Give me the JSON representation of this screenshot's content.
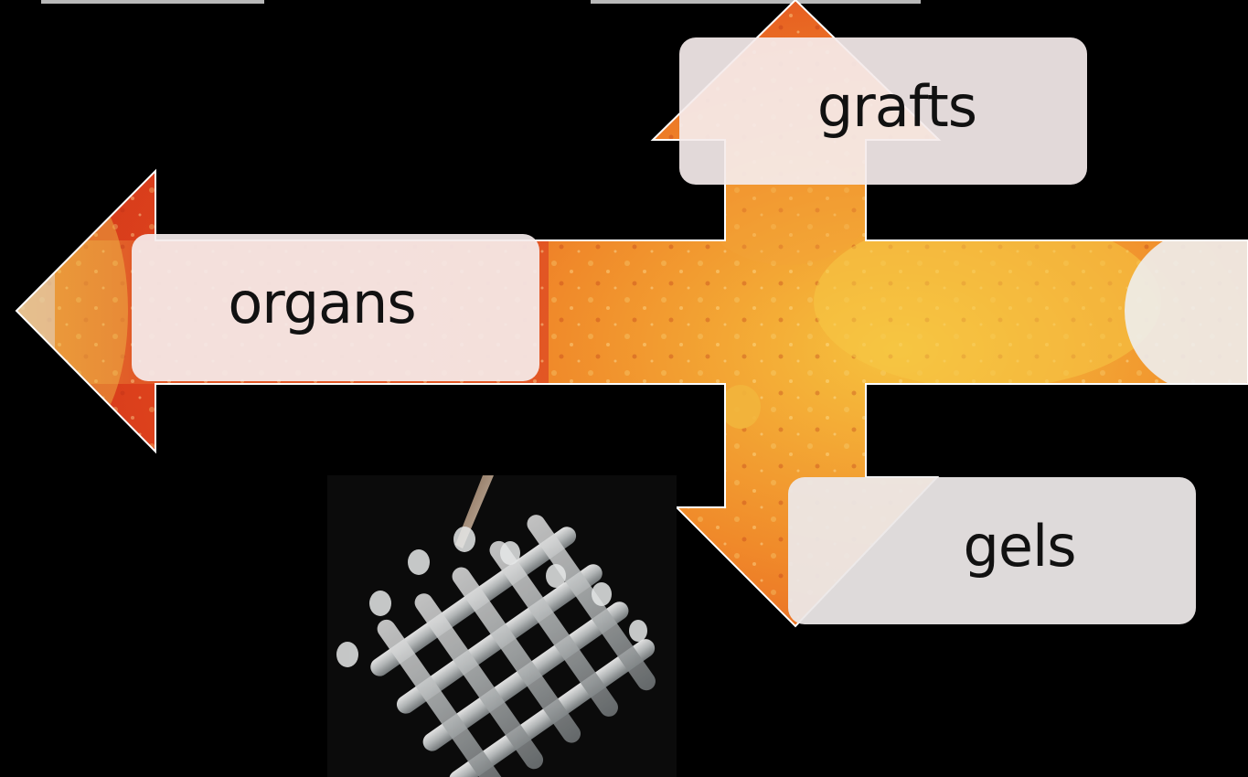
{
  "labels": {
    "grafts": "grafts",
    "organs": "organs",
    "gels": "gels"
  },
  "colors": {
    "background": "#000000",
    "arrow_texture_base": "#e24a1c",
    "arrow_texture_light": "#f2b63a",
    "label_box_fill": "#f5ecec",
    "top_bar": "#b9b9b9"
  },
  "images": {
    "arrow_texture": "orange-red-gel-petri-dish-photo",
    "scaffold": "3d-printed-lattice-scaffold-photo"
  }
}
